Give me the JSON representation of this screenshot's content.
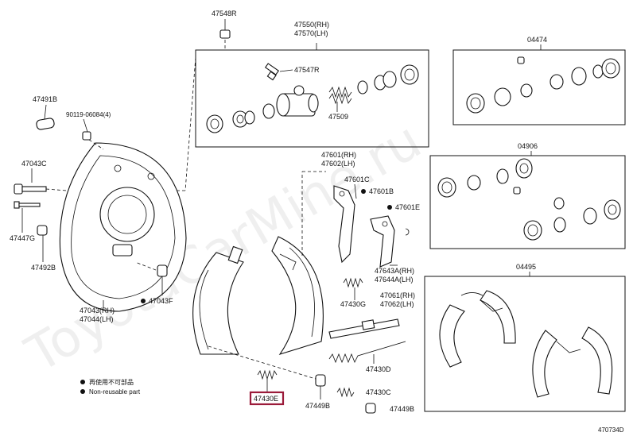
{
  "diagram_ref": "470734D",
  "watermark": "ToyotaCarMine.ru",
  "highlighted_part": "47430E",
  "legend": {
    "line1": "再使用不可部品",
    "line2": "Non-reusable part"
  },
  "labels": {
    "p47548R": "47548R",
    "p47550": "47550(RH)",
    "p47570": "47570(LH)",
    "p47547R": "47547R",
    "p47509": "47509",
    "p04474": "04474",
    "p47491B": "47491B",
    "p90119": "90119-06084(4)",
    "p47043C": "47043C",
    "p47447G": "47447G",
    "p47492B": "47492B",
    "p47043": "47043(RH)",
    "p47044": "47044(LH)",
    "p47043F": "47043F",
    "p47601": "47601(RH)",
    "p47602": "47602(LH)",
    "p47601C": "47601C",
    "p47601B": "47601B",
    "p47601E": "47601E",
    "p04906": "04906",
    "p47643A": "47643A(RH)",
    "p47644A": "47644A(LH)",
    "p47430G": "47430G",
    "p47061": "47061(RH)",
    "p47062": "47062(LH)",
    "p04495": "04495",
    "p47430D": "47430D",
    "p47430C": "47430C",
    "p47449B_a": "47449B",
    "p47449B_b": "47449B",
    "p47430E": "47430E"
  }
}
